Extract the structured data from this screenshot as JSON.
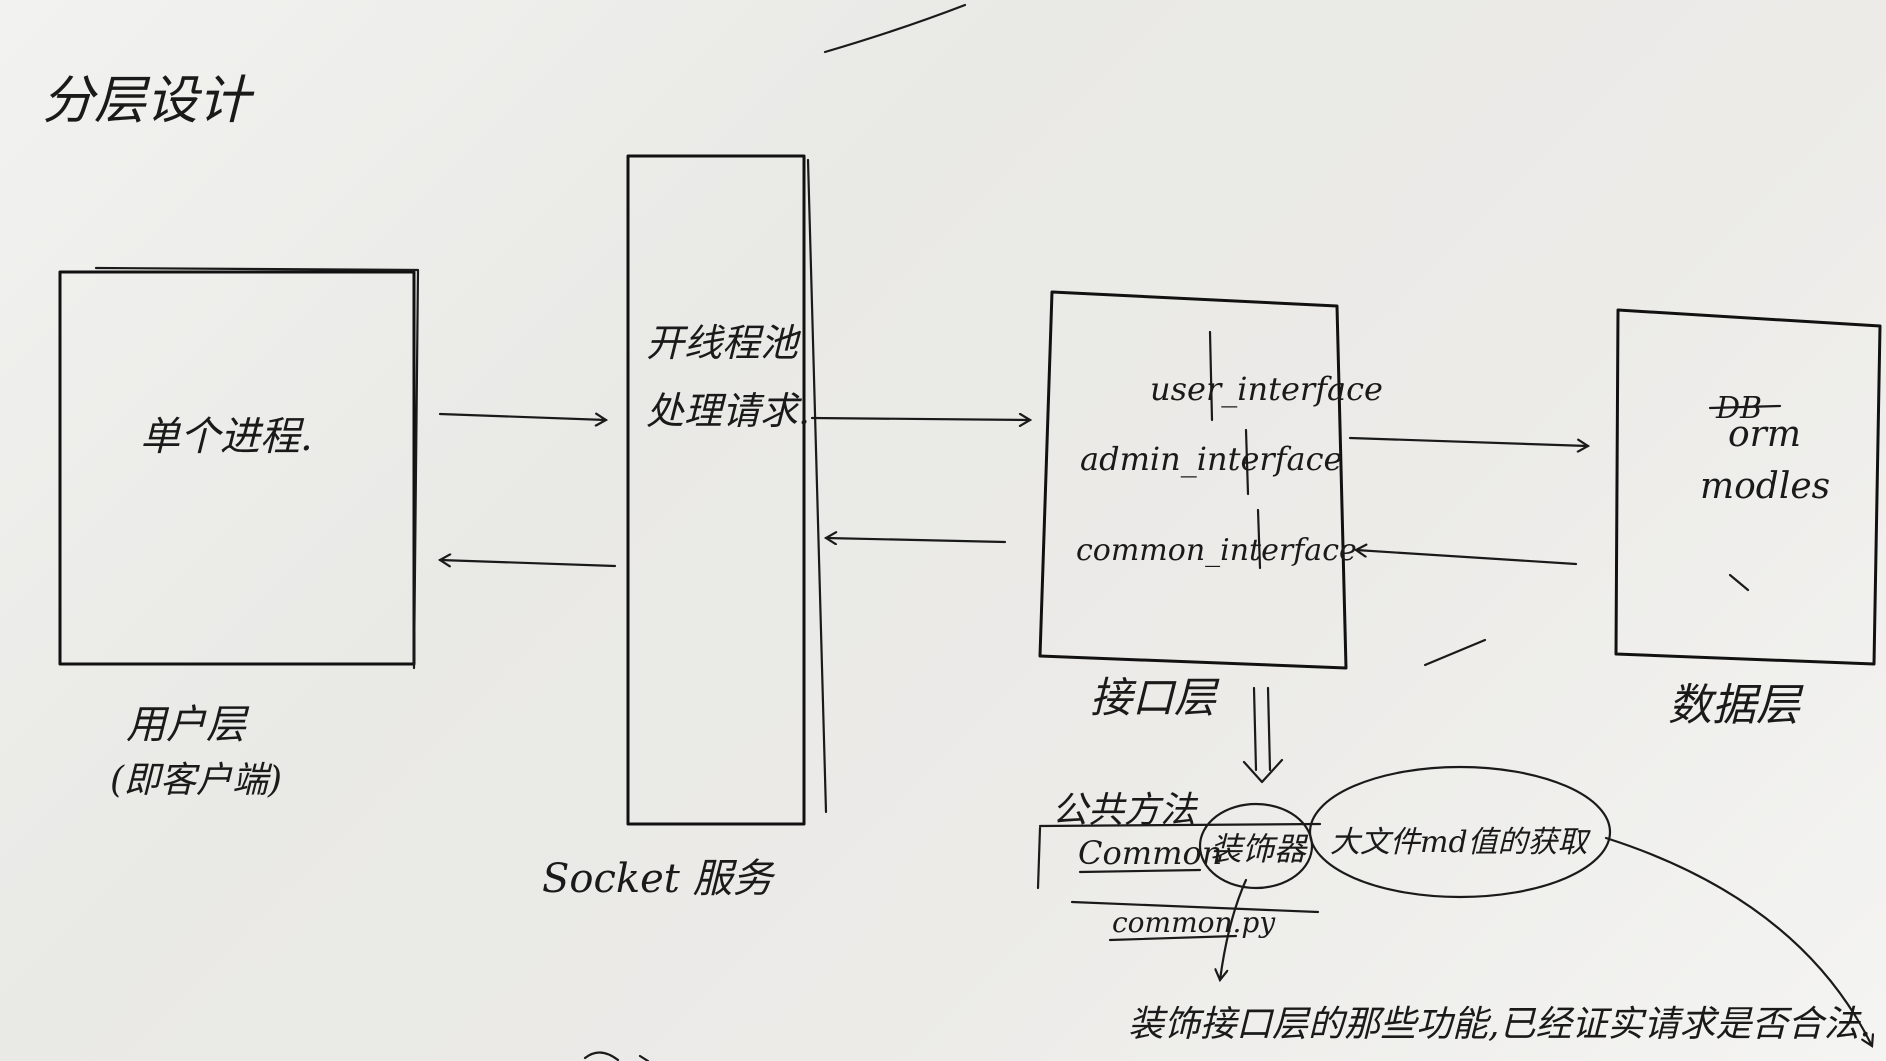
{
  "title": "分层设计",
  "client": {
    "inner": "单个进程.",
    "caption": "用户层",
    "sub": "(即客户端)"
  },
  "socket": {
    "inner_line1": "开线程池",
    "inner_line2": "处理请求.",
    "caption": "Socket 服务"
  },
  "interface": {
    "items": [
      "user_interface",
      "admin_interface",
      "common_interface"
    ],
    "caption": "接口层"
  },
  "data": {
    "struck": "DB",
    "line1": "orm",
    "line2": "modles",
    "caption": "数据层"
  },
  "common": {
    "heading": "公共方法",
    "label": "Common",
    "decorator": "装饰器",
    "bubble": "大文件md值的获取",
    "file": "common.py",
    "note": "装饰接口层的那些功能,已经证实请求是否合法."
  }
}
